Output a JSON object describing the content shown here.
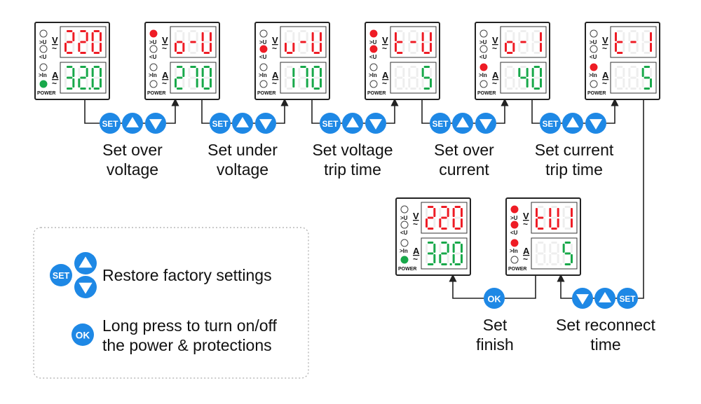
{
  "colors": {
    "red": "#ee1c25",
    "green": "#18a84a",
    "blue": "#1e88e5",
    "ghost": "#eeeeee",
    "panel_border": "#222222",
    "line": "#222222"
  },
  "icons": {
    "set_button": "set-button-icon",
    "up_button": "up-triangle-icon",
    "down_button": "down-triangle-icon",
    "ok_button": "ok-button-icon"
  },
  "labels": {
    "v_unit": "V",
    "a_unit": "A",
    "tilde": "~",
    "over_u": ">U",
    "under_u": "<U",
    "over_in": ">In",
    "power": "POWER",
    "set": "SET",
    "ok": "OK"
  },
  "panels": [
    {
      "id": "home",
      "top": "220",
      "bottom": "32.0",
      "top_color": "red",
      "bottom_color": "green",
      "bottom_full": true,
      "leds": {
        "u_over": false,
        "u_under": false,
        "i_over": false,
        "power": true
      }
    },
    {
      "id": "overv",
      "top": "o-U",
      "bottom": "270",
      "top_color": "red",
      "bottom_color": "green",
      "bottom_full": true,
      "leds": {
        "u_over": true,
        "u_under": false,
        "i_over": false,
        "power": false
      }
    },
    {
      "id": "underv",
      "top": "u-U",
      "bottom": "170",
      "top_color": "red",
      "bottom_color": "green",
      "bottom_full": true,
      "leds": {
        "u_over": false,
        "u_under": true,
        "i_over": false,
        "power": false
      }
    },
    {
      "id": "vtrip",
      "top": "t-U",
      "bottom": "5",
      "top_color": "red",
      "bottom_color": "green",
      "bottom_full": false,
      "leds": {
        "u_over": true,
        "u_under": true,
        "i_over": false,
        "power": false
      }
    },
    {
      "id": "overc",
      "top": "o-I",
      "bottom": "40",
      "top_color": "red",
      "bottom_color": "green",
      "bottom_full": false,
      "leds": {
        "u_over": false,
        "u_under": false,
        "i_over": true,
        "power": false
      }
    },
    {
      "id": "ctrip",
      "top": "t-I",
      "bottom": "5",
      "top_color": "red",
      "bottom_color": "green",
      "bottom_full": false,
      "leds": {
        "u_over": false,
        "u_under": false,
        "i_over": true,
        "power": false
      }
    },
    {
      "id": "finish",
      "top": "220",
      "bottom": "32.0",
      "top_color": "red",
      "bottom_color": "green",
      "bottom_full": true,
      "leds": {
        "u_over": false,
        "u_under": false,
        "i_over": false,
        "power": true
      }
    },
    {
      "id": "reconnect",
      "top": "tUI",
      "bottom": "5",
      "top_color": "red",
      "bottom_color": "green",
      "bottom_full": false,
      "leds": {
        "u_over": true,
        "u_under": true,
        "i_over": true,
        "power": false
      }
    }
  ],
  "captions": [
    {
      "id": "cap-set-over-voltage",
      "lines": [
        "Set over",
        "voltage"
      ]
    },
    {
      "id": "cap-set-under-voltage",
      "lines": [
        "Set under",
        "voltage"
      ]
    },
    {
      "id": "cap-set-voltage-trip",
      "lines": [
        "Set voltage",
        "trip time"
      ]
    },
    {
      "id": "cap-set-over-current",
      "lines": [
        "Set over",
        "current"
      ]
    },
    {
      "id": "cap-set-current-trip",
      "lines": [
        "Set current",
        "trip time"
      ]
    },
    {
      "id": "cap-set-finish",
      "lines": [
        "Set",
        "finish"
      ]
    },
    {
      "id": "cap-set-reconnect",
      "lines": [
        "Set reconnect",
        "time"
      ]
    }
  ],
  "legend": {
    "restore": "Restore factory settings",
    "power_line1": "Long press to turn on/off",
    "power_line2": "the power & protections"
  }
}
